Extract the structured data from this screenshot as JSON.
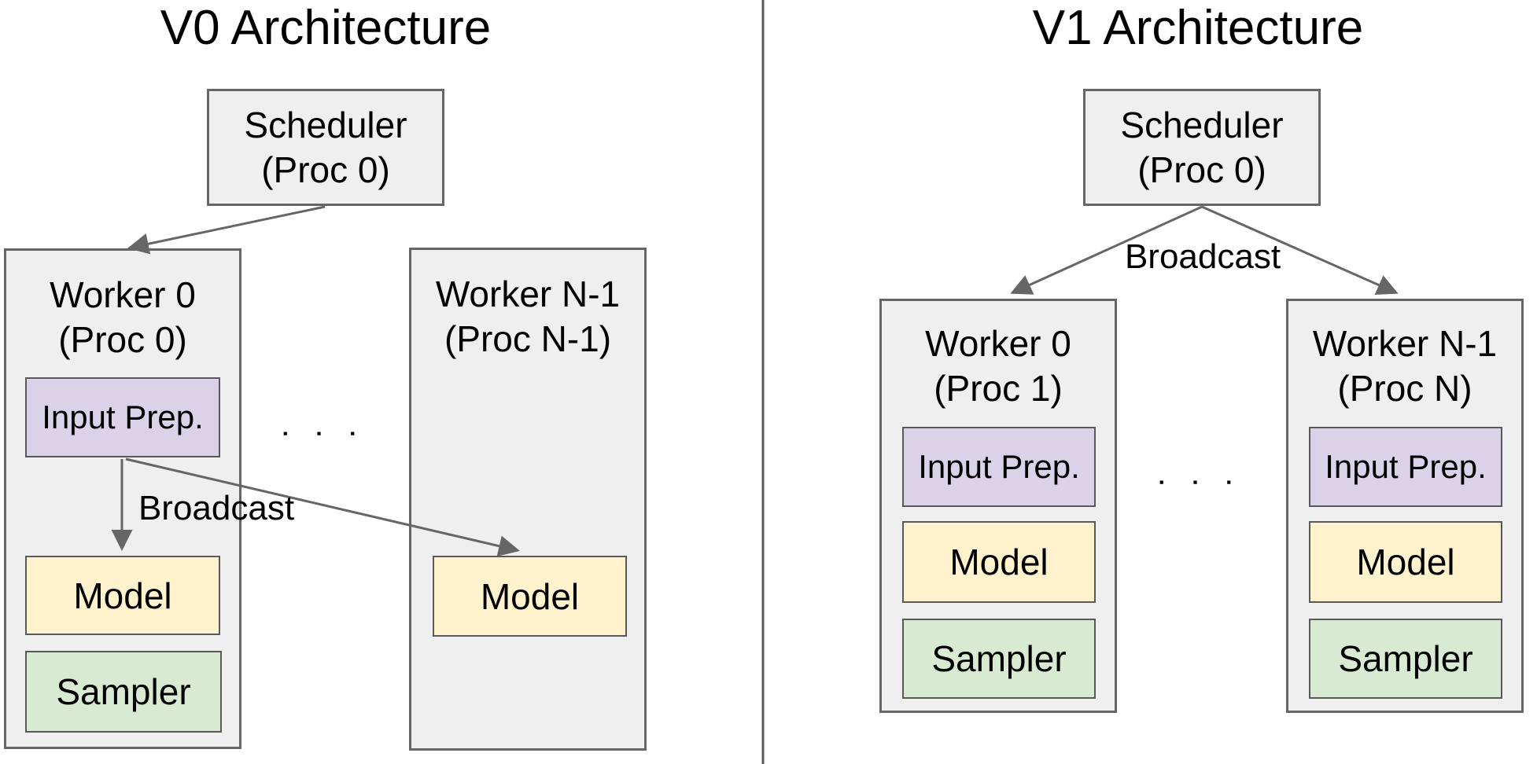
{
  "diagram": {
    "v0": {
      "title": "V0 Architecture",
      "scheduler_line1": "Scheduler",
      "scheduler_line2": "(Proc 0)",
      "worker0_line1": "Worker 0",
      "worker0_line2": "(Proc 0)",
      "worker0_input_prep": "Input Prep.",
      "worker0_model": "Model",
      "worker0_sampler": "Sampler",
      "workerN_line1": "Worker N-1",
      "workerN_line2": "(Proc N-1)",
      "workerN_model": "Model",
      "broadcast": "Broadcast",
      "ellipsis": "▪ ▪ ▪"
    },
    "v1": {
      "title": "V1 Architecture",
      "scheduler_line1": "Scheduler",
      "scheduler_line2": "(Proc 0)",
      "worker0_line1": "Worker 0",
      "worker0_line2": "(Proc 1)",
      "worker0_input_prep": "Input Prep.",
      "worker0_model": "Model",
      "worker0_sampler": "Sampler",
      "workerN_line1": "Worker N-1",
      "workerN_line2": "(Proc N)",
      "workerN_input_prep": "Input Prep.",
      "workerN_model": "Model",
      "workerN_sampler": "Sampler",
      "broadcast": "Broadcast",
      "ellipsis": "▪ ▪ ▪"
    },
    "colors": {
      "container_fill": "#efefef",
      "container_border": "#666666",
      "input_prep_fill": "#d9d2e9",
      "model_fill": "#fff2cc",
      "sampler_fill": "#d9ead3",
      "arrow": "#666666",
      "divider": "#595959",
      "text": "#000000"
    }
  }
}
